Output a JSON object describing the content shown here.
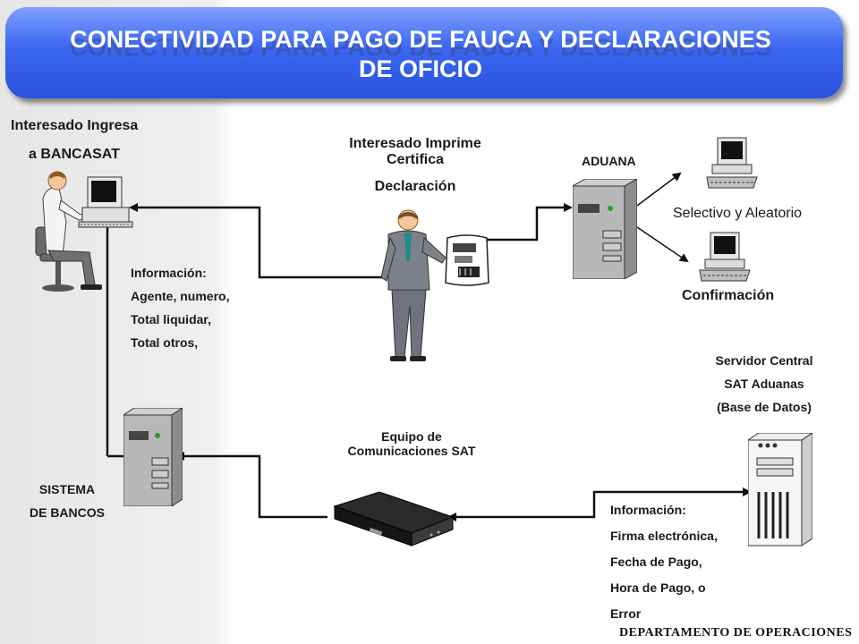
{
  "title": {
    "line1": "CONECTIVIDAD PARA PAGO DE FAUCA Y DECLARACIONES",
    "line2": "DE OFICIO"
  },
  "user": {
    "line1": "Interesado Ingresa",
    "line2": "a BANCASAT"
  },
  "printer": {
    "line1": "Interesado Imprime",
    "line2": "Certifica",
    "line3": "Declaración"
  },
  "aduana": {
    "label": "ADUANA"
  },
  "selective": {
    "label": "Selectivo y Aleatorio"
  },
  "confirmation": {
    "label": "Confirmación"
  },
  "info1": {
    "title": "Información:",
    "items": [
      "Agente, numero,",
      "Total liquidar,",
      "Total otros,"
    ]
  },
  "central": {
    "line1": "Servidor Central",
    "line2": "SAT Aduanas",
    "line3": "(Base de Datos)"
  },
  "comms": {
    "line1": "Equipo de",
    "line2": "Comunicaciones SAT"
  },
  "banks": {
    "line1": "SISTEMA",
    "line2": "DE BANCOS"
  },
  "info2": {
    "title": "Información:",
    "items": [
      "Firma electrónica,",
      "Fecha de Pago,",
      "Hora de Pago, o",
      "Error"
    ]
  },
  "footer": {
    "label": "DEPARTAMENTO DE OPERACIONES"
  }
}
